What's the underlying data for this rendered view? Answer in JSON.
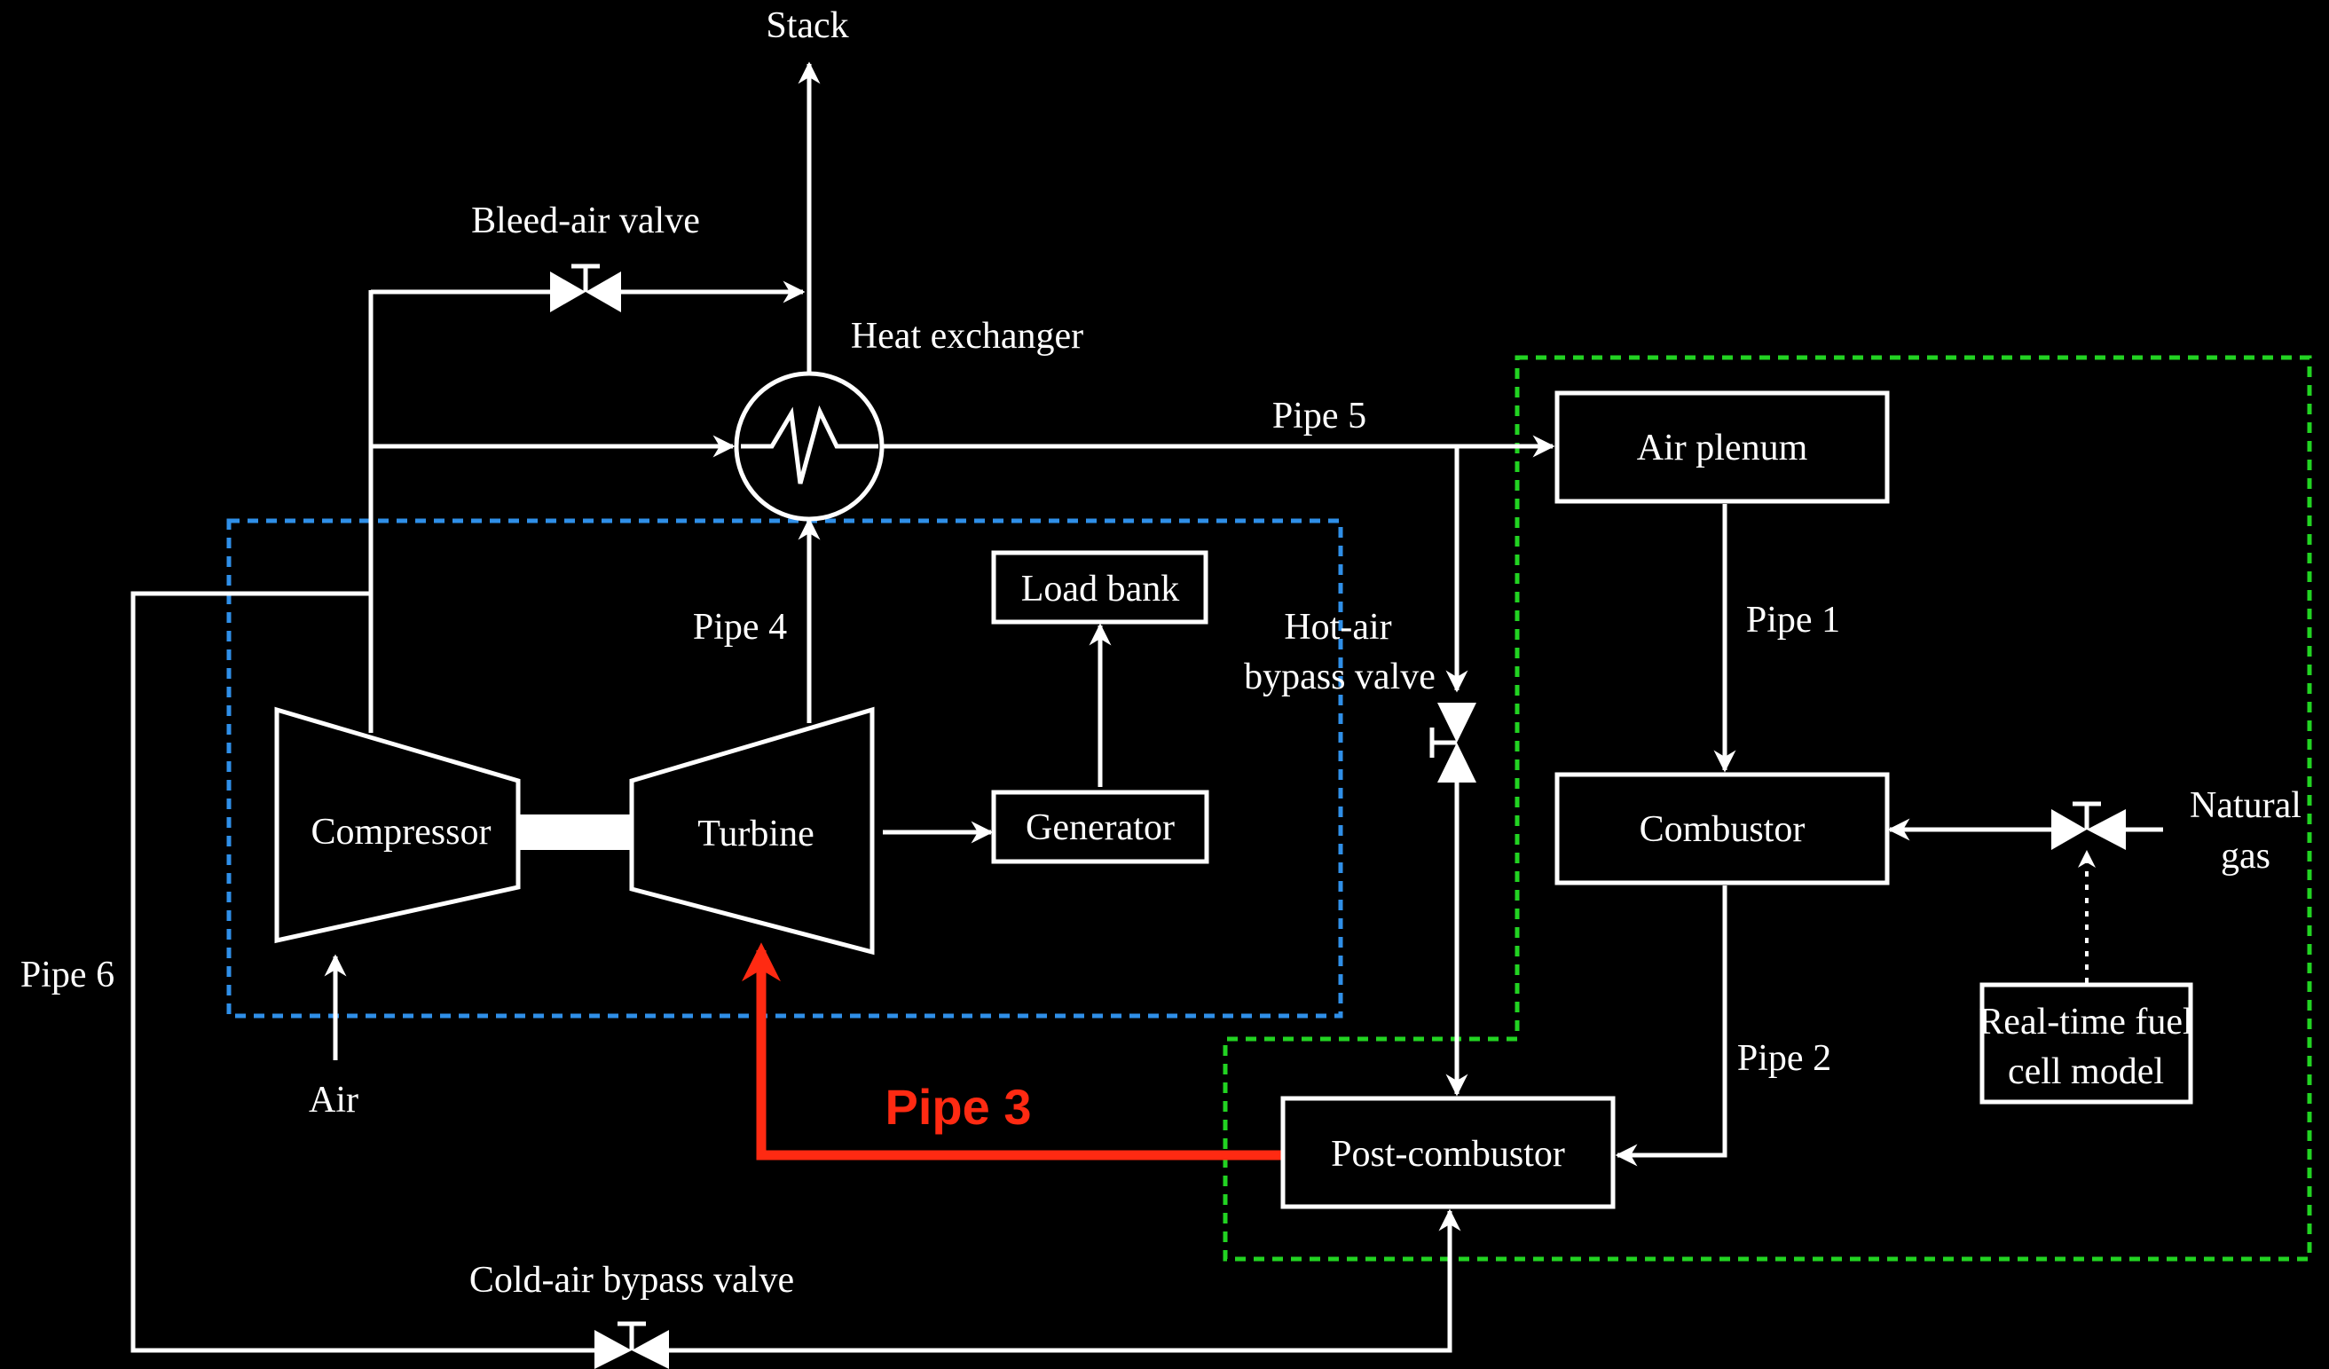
{
  "colors": {
    "background": "#000000",
    "line": "#ffffff",
    "pipe3": "#ff2a12",
    "turbomachinery_boundary": "#2f8fe8",
    "fuel_cell_boundary": "#22d322"
  },
  "labels": {
    "stack": "Stack",
    "bleed_air_valve": "Bleed-air valve",
    "heat_exchanger": "Heat exchanger",
    "pipe5": "Pipe 5",
    "air_plenum": "Air plenum",
    "pipe4": "Pipe 4",
    "load_bank": "Load bank",
    "hot_air_line1": "Hot-air",
    "hot_air_line2": "bypass valve",
    "pipe1": "Pipe 1",
    "compressor": "Compressor",
    "turbine": "Turbine",
    "generator": "Generator",
    "combustor": "Combustor",
    "natural_line1": "Natural",
    "natural_line2": "gas",
    "pipe6": "Pipe 6",
    "air": "Air",
    "pipe3": "Pipe 3",
    "pipe2": "Pipe 2",
    "fuel_cell_line1": "Real-time fuel",
    "fuel_cell_line2": "cell  model",
    "post_combustor": "Post-combustor",
    "cold_air_bypass_valve": "Cold-air bypass valve"
  },
  "icons": {
    "valve": "bowtie-valve-icon",
    "heat_exchanger": "heat-exchanger-icon",
    "arrow": "arrowhead-icon"
  }
}
